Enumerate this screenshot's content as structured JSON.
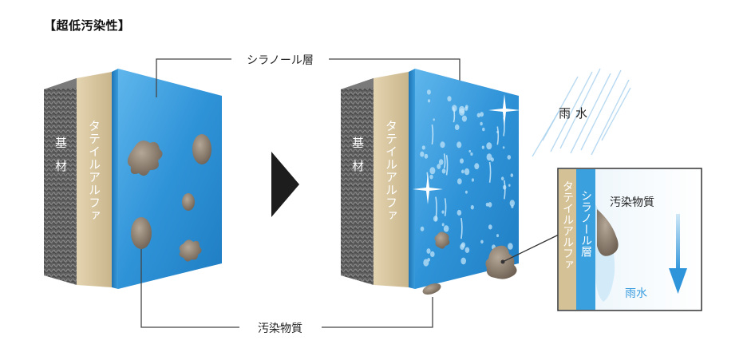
{
  "title": "【超低汚染性】",
  "labels": {
    "silanol_layer": "シラノール層",
    "substrate": "基材",
    "tile_alpha": "タテイルアルファ",
    "pollutant": "汚染物質",
    "rain": "雨水"
  },
  "inset": {
    "tile_alpha": "タテイルアルファ",
    "silanol_layer": "シラノール層",
    "pollutant": "汚染物質",
    "rain": "雨水"
  },
  "colors": {
    "blue_panel": "#2f93d8",
    "beige": "#d6c39c",
    "gray_substrate": "#6b6b6b",
    "dirt": "#8a7c6c",
    "arrow": "#1d1d1d",
    "inset_blue": "#3aa0de",
    "rain_arrow": "#3a9ddf"
  }
}
